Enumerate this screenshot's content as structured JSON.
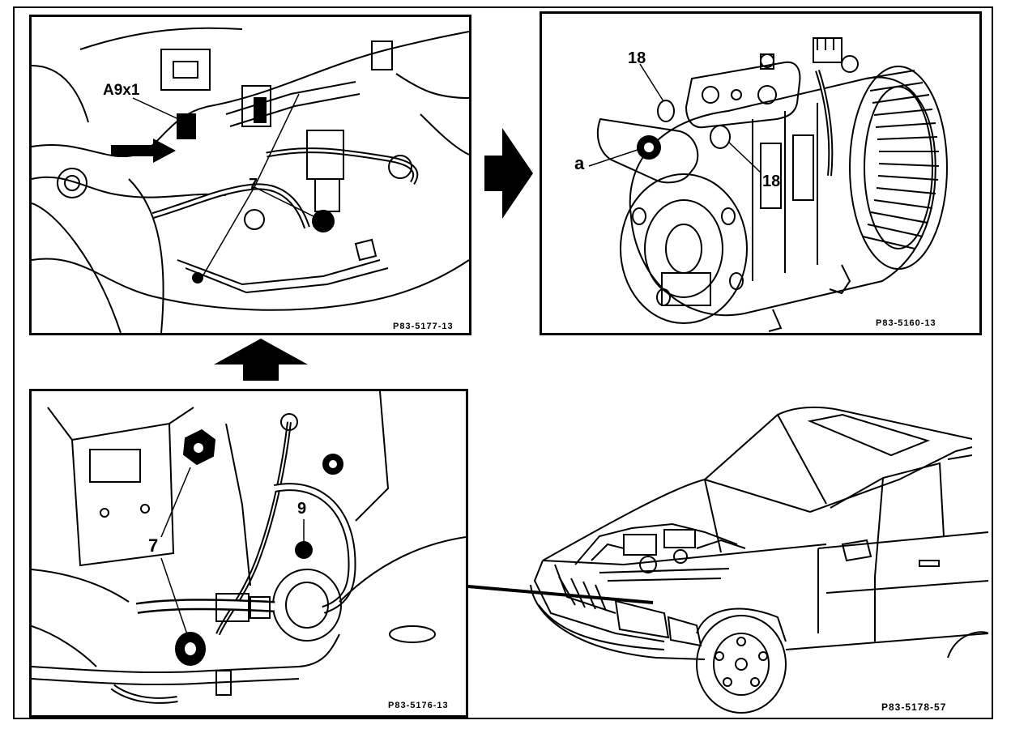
{
  "panels": {
    "top_left": {
      "ref_code": "P83-5177-13",
      "labels": {
        "connector": "A9x1",
        "bolt": "7"
      }
    },
    "top_right": {
      "ref_code": "P83-5160-13",
      "labels": {
        "seal_upper": "18",
        "seal_lower": "18",
        "bolt": "a"
      }
    },
    "bottom_left": {
      "ref_code": "P83-5176-13",
      "labels": {
        "bolt": "7",
        "nut": "9"
      }
    },
    "bottom_right": {
      "ref_code": "P83-5178-57"
    }
  }
}
